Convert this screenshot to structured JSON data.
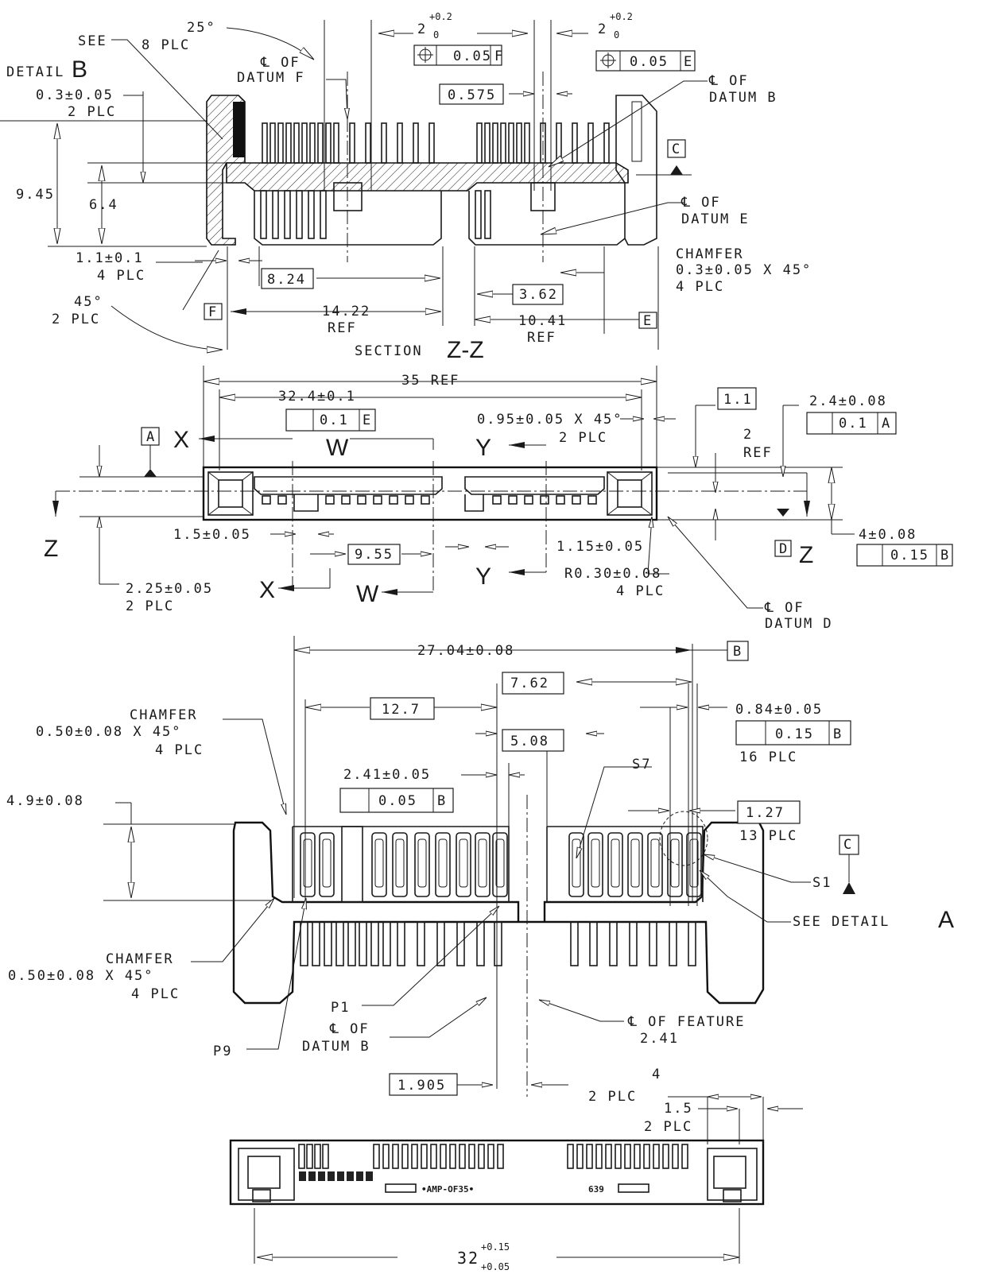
{
  "section_zz": {
    "see_detail": "SEE",
    "detail_b": "DETAIL",
    "detail_b_letter": "B",
    "angle25": "25°",
    "plc8": "8 PLC",
    "dim_top_left": "2",
    "tol_top_left_up": "+0.2",
    "tol_top_left_low": "0",
    "fcf_f_value": "0.05",
    "fcf_f_datum": "F",
    "dim_top_right": "2",
    "tol_top_right_up": "+0.2",
    "tol_top_right_low": "0",
    "fcf_e_value": "0.05",
    "fcf_e_datum": "E",
    "cl_datum_f_1": "℄ OF",
    "cl_datum_f_2": "DATUM F",
    "cl_datum_b_1": "℄ OF",
    "cl_datum_b_2": "DATUM B",
    "dim_0575": "0.575",
    "dim_03_1": "0.3±0.05",
    "dim_03_2": "2 PLC",
    "dim_945": "9.45",
    "dim_64": "6.4",
    "datum_c": "C",
    "cl_datum_e_1": "℄ OF",
    "cl_datum_e_2": "DATUM E",
    "dim_11_1": "1.1±0.1",
    "dim_11_2": "4 PLC",
    "chamfer_1": "CHAMFER",
    "chamfer_2": "0.3±0.05 X 45°",
    "chamfer_3": "4 PLC",
    "dim_824": "8.24",
    "dim_362": "3.62",
    "angle45_1": "45°",
    "angle45_2": "2 PLC",
    "datum_f": "F",
    "dim_1422_1": "14.22",
    "dim_1422_2": "REF",
    "dim_1041_1": "10.41",
    "dim_1041_2": "REF",
    "datum_e": "E",
    "section_label": "SECTION",
    "section_letters": "Z-Z"
  },
  "side_view": {
    "dim_35": "35 REF",
    "dim_324": "32.4±0.1",
    "fcf_324_value": "0.1",
    "fcf_324_datum": "E",
    "dim_11box": "1.1",
    "dim_24": "2.4±0.08",
    "fcf_24_value": "0.1",
    "fcf_24_datum": "A",
    "datum_a": "A",
    "cut_x": "X",
    "cut_w": "W",
    "cut_y": "Y",
    "cut_z": "Z",
    "dim_095_1": "0.95±0.05 X 45°",
    "dim_095_2": "2 PLC",
    "dim_2ref_1": "2",
    "dim_2ref_2": "REF",
    "dim_4": "4±0.08",
    "fcf_4_value": "0.15",
    "fcf_4_datum": "B",
    "datum_d": "D",
    "dim_15": "1.5±0.05",
    "dim_955": "9.55",
    "dim_115": "1.15±0.05",
    "dim_225_1": "2.25±0.05",
    "dim_225_2": "2 PLC",
    "dim_r030_1": "R0.30±0.08",
    "dim_r030_2": "4 PLC",
    "cl_datum_d_1": "℄ OF",
    "cl_datum_d_2": "DATUM D"
  },
  "front_view": {
    "dim_2704": "27.04±0.08",
    "datum_b": "B",
    "dim_762": "7.62",
    "chamfer_top_1": "CHAMFER",
    "chamfer_top_2": "0.50±0.08 X 45°",
    "chamfer_top_3": "4 PLC",
    "dim_127": "12.7",
    "dim_084": "0.84±0.05",
    "fcf_084_value": "0.15",
    "fcf_084_datum": "B",
    "plc16": "16 PLC",
    "dim_508": "5.08",
    "dim_241": "2.41±0.05",
    "fcf_241_value": "0.05",
    "fcf_241_datum": "B",
    "s7": "S7",
    "dim_1pt27": "1.27",
    "plc13": "13 PLC",
    "dim_49": "4.9±0.08",
    "datum_c": "C",
    "s1": "S1",
    "see_detail_a": "SEE DETAIL",
    "see_detail_a_letter": "A",
    "chamfer_bot_1": "CHAMFER",
    "chamfer_bot_2": "0.50±0.08 X 45°",
    "chamfer_bot_3": "4 PLC",
    "p1": "P1",
    "p9": "P9",
    "cl_datum_b_1": "℄ OF",
    "cl_datum_b_2": "DATUM B",
    "cl_feature_1": "℄ OF FEATURE",
    "cl_feature_2": "2.41",
    "dim_1905": "1.905"
  },
  "bottom_view": {
    "dim_4_1": "4",
    "dim_4_2": "2 PLC",
    "dim_15_1": "1.5",
    "dim_15_2": "2 PLC",
    "dim_32": "32",
    "tol_32_up": "+0.15",
    "tol_32_low": "+0.05",
    "marking_1": "•AMP-OF35•",
    "marking_2": "639"
  }
}
